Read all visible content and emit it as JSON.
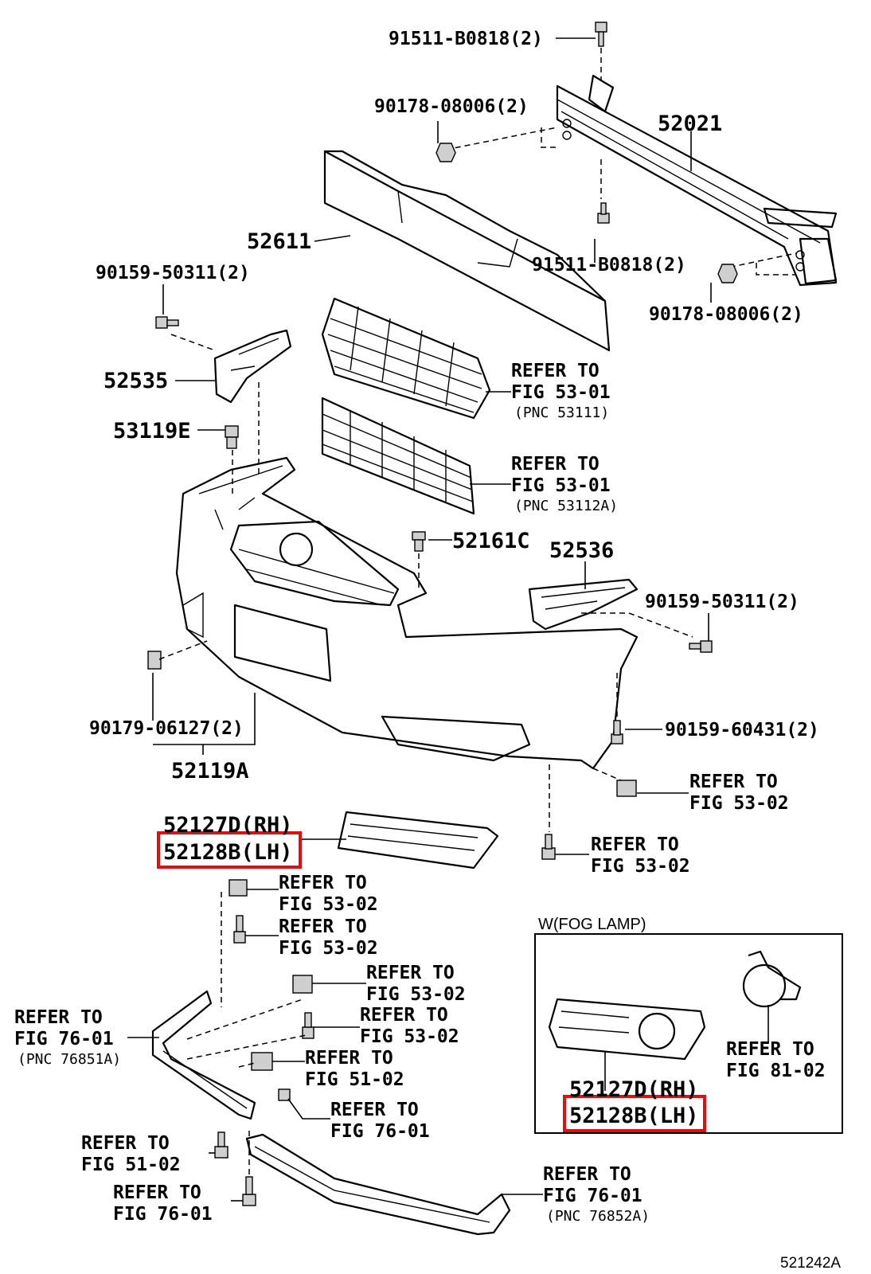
{
  "callouts": {
    "c_91511_top": "91511-B0818(2)",
    "c_90178_top": "90178-08006(2)",
    "c_52021": "52021",
    "c_52611": "52611",
    "c_91511_mid": "91511-B0818(2)",
    "c_90178_right": "90178-08006(2)",
    "c_90159_left": "90159-50311(2)",
    "c_52535": "52535",
    "c_53119E": "53119E",
    "c_52161C": "52161C",
    "c_52536": "52536",
    "c_90159_right": "90159-50311(2)",
    "c_90179": "90179-06127(2)",
    "c_52119A": "52119A",
    "c_90159_604": "90159-60431(2)",
    "c_52127D_1": "52127D(RH)",
    "c_52128B_1": "52128B(LH)",
    "c_52127D_2": "52127D(RH)",
    "c_52128B_2": "52128B(LH)"
  },
  "refs": {
    "grille1": {
      "line1": "REFER TO",
      "line2": "FIG 53-01",
      "pnc": "(PNC 53111)"
    },
    "grille2": {
      "line1": "REFER TO",
      "line2": "FIG 53-01",
      "pnc": "(PNC 53112A)"
    },
    "clip_r1": {
      "line1": "REFER TO",
      "line2": "FIG 53-02"
    },
    "clip_r2": {
      "line1": "REFER TO",
      "line2": "FIG 53-02"
    },
    "clip_l1": {
      "line1": "REFER TO",
      "line2": "FIG 53-02"
    },
    "clip_l2": {
      "line1": "REFER TO",
      "line2": "FIG 53-02"
    },
    "clip_l3": {
      "line1": "REFER TO",
      "line2": "FIG 53-02"
    },
    "clip_l4": {
      "line1": "REFER TO",
      "line2": "FIG 53-02"
    },
    "clip_l5": {
      "line1": "REFER TO",
      "line2": "FIG 51-02"
    },
    "spoiler1": {
      "line1": "REFER TO",
      "line2": "FIG 76-01",
      "pnc": "(PNC 76851A)"
    },
    "clip_l6": {
      "line1": "REFER TO",
      "line2": "FIG 76-01"
    },
    "bolt_b1": {
      "line1": "REFER TO",
      "line2": "FIG 51-02"
    },
    "bolt_b2": {
      "line1": "REFER TO",
      "line2": "FIG 76-01"
    },
    "spoiler2": {
      "line1": "REFER TO",
      "line2": "FIG 76-01",
      "pnc": "(PNC 76852A)"
    },
    "foglamp": {
      "line1": "REFER TO",
      "line2": "FIG 81-02"
    }
  },
  "inset": {
    "title": "W(FOG LAMP)"
  },
  "figure_id": "521242A",
  "colors": {
    "highlight": "#e01010",
    "ink": "#000000",
    "hardware_fill": "#cfcfcf"
  }
}
